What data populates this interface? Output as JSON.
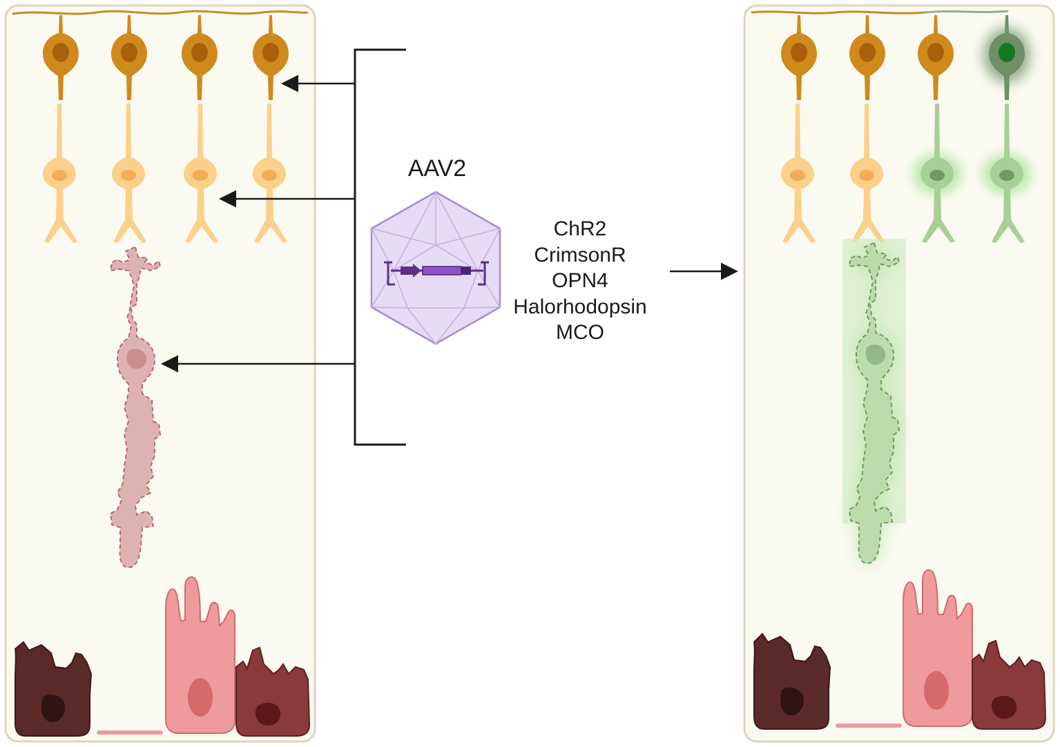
{
  "vector": {
    "name": "AAV2"
  },
  "opsins": [
    "ChR2",
    "CrimsonR",
    "OPN4",
    "Halorhodopsin",
    "MCO"
  ],
  "colors": {
    "panel_bg": "#fbfaf1",
    "panel_border": "#ddd5be",
    "ganglion": "#d0891c",
    "ganglion_nucleus": "#a9600d",
    "bipolar": "#fbd08a",
    "bipolar_nucleus": "#f3ad55",
    "photoreceptor": "#dfb2b2",
    "photoreceptor_edge": "#b06a6a",
    "transduced": "#a8cf98",
    "transduced_glow": "#6fd85a",
    "transduced_nucleus": "#1a7a22",
    "capsid": "#c9b3e6",
    "capsid_edge": "#a58bd0",
    "transgene": "#8d52c9",
    "rpe_dark": "#5a2a28",
    "rpe_pink": "#ef9a9c",
    "rpe_red": "#8a3a3a",
    "arrow": "#1a1a1a"
  }
}
